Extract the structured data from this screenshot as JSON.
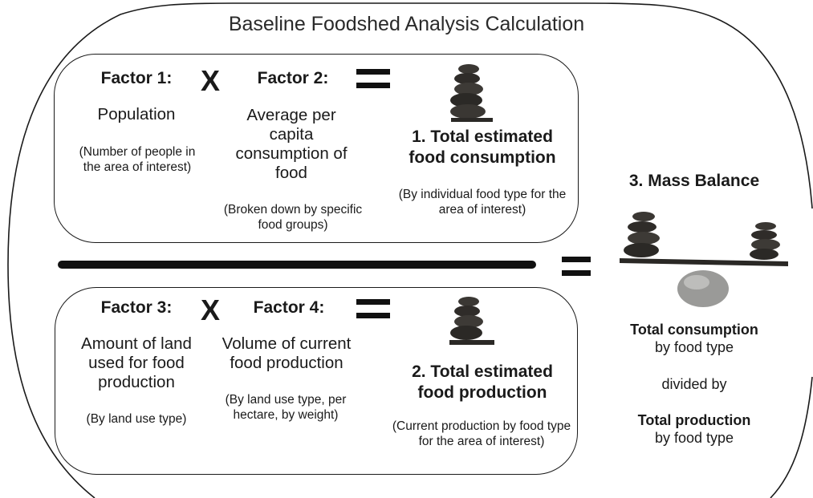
{
  "title": "Baseline Foodshed Analysis Calculation",
  "consumption_box": {
    "factor1": {
      "heading": "Factor 1:",
      "main": "Population",
      "note": "(Number of people in the area of interest)"
    },
    "operator_multiply": "X",
    "factor2": {
      "heading": "Factor 2:",
      "main": "Average per capita consumption of food",
      "note": "(Broken down by specific food groups)"
    },
    "result": {
      "title": "1. Total estimated food consumption",
      "note": "(By individual food type for the area of interest)"
    }
  },
  "production_box": {
    "factor3": {
      "heading": "Factor 3:",
      "main": "Amount of land used for food production",
      "note": "(By land use type)"
    },
    "operator_multiply": "X",
    "factor4": {
      "heading": "Factor 4:",
      "main": "Volume of current food production",
      "note": "(By land use type, per hectare, by weight)"
    },
    "result": {
      "title": "2. Total estimated food production",
      "note": "(Current production by food type for the area of interest)"
    }
  },
  "mass_balance": {
    "title": "3. Mass Balance",
    "consumption_bold": "Total consumption",
    "consumption_rest": "by food type",
    "divided_by": "divided by",
    "production_bold": "Total production",
    "production_rest": "by food type"
  },
  "colors": {
    "stroke": "#1a1a1a",
    "text": "#1a1a1a",
    "stone": "#3a3733"
  }
}
